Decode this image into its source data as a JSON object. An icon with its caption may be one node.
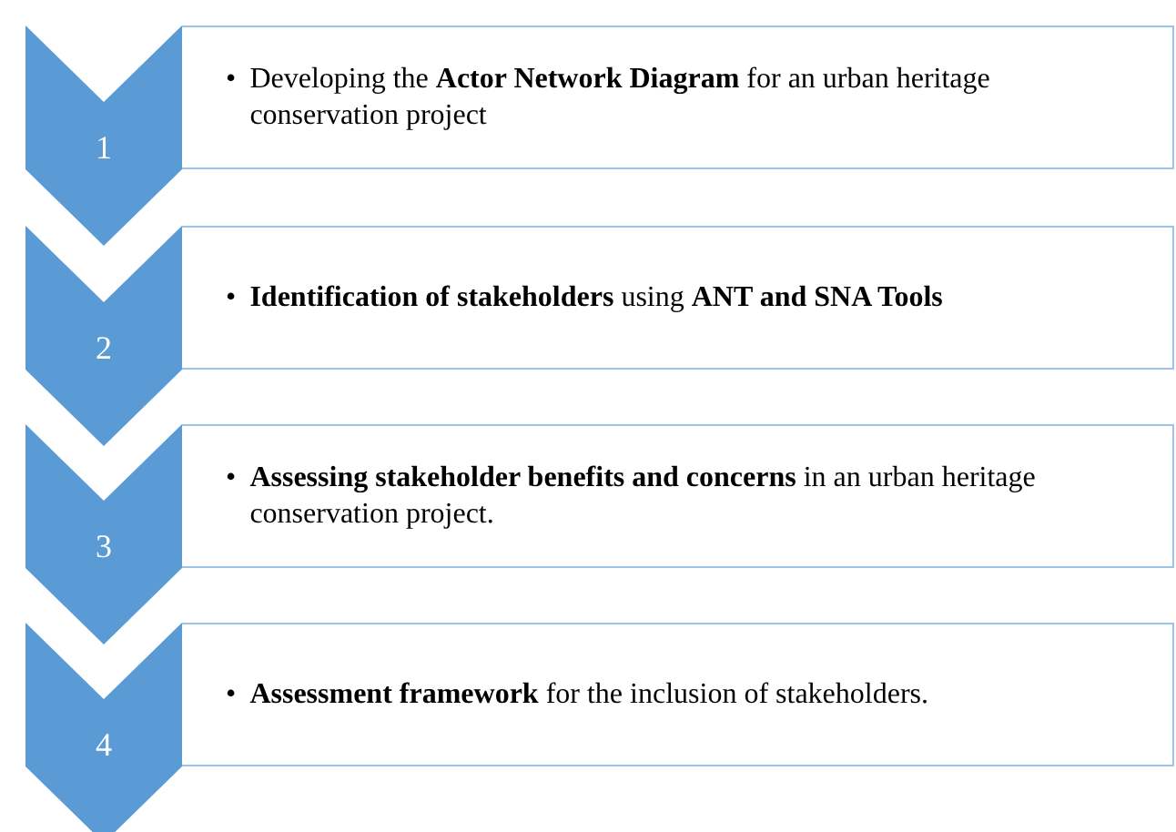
{
  "diagram": {
    "nodes": [
      {
        "text": [
          "1"
        ]
      },
      {
        "text": [
          "•",
          "Developing the **Actor Network Diagram** for an urban heritage conservation project"
        ]
      },
      {
        "text": [
          "2"
        ]
      },
      {
        "text": [
          "•",
          "**Identification of stakeholders** using **ANT and SNA Tools**"
        ]
      },
      {
        "text": [
          "3"
        ]
      },
      {
        "text": [
          "•",
          "**Assessing stakeholder benefits and concerns** in an urban heritage conservation project."
        ]
      },
      {
        "text": [
          "4"
        ]
      },
      {
        "text": [
          "•",
          "**Assessment framework** for the inclusion of stakeholders."
        ]
      }
    ]
  }
}
